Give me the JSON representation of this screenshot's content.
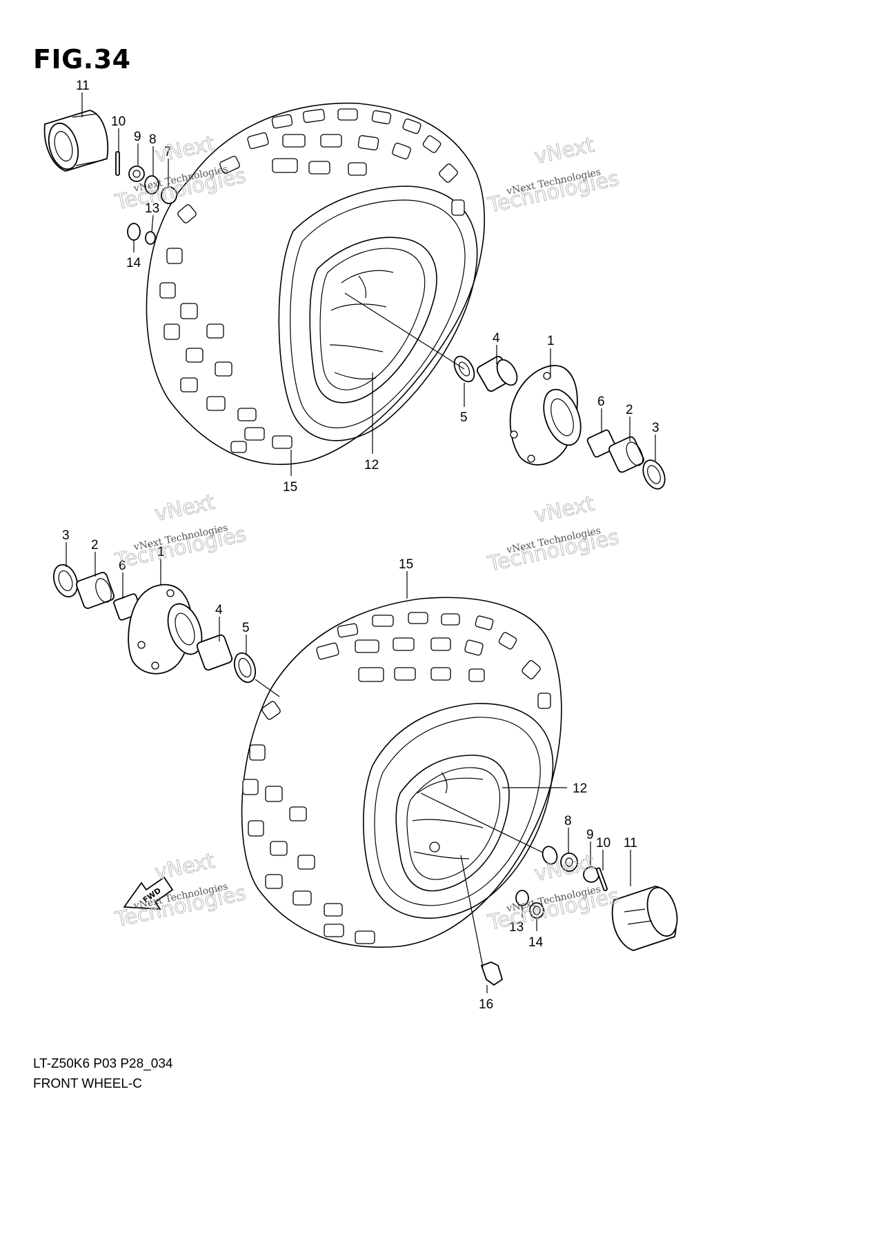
{
  "figure_title": "FIG.34",
  "model_code": "LT-Z50K6 P03 P28_034",
  "section_name": "FRONT WHEEL-C",
  "watermark": {
    "line1": "vNext Technologies",
    "line2": "Technologies",
    "brand": "vNext"
  },
  "arrow_label": "FWD",
  "upper_callouts": [
    "11",
    "10",
    "9",
    "8",
    "7",
    "13",
    "14",
    "4",
    "1",
    "5",
    "6",
    "2",
    "3",
    "12",
    "15"
  ],
  "lower_callouts": [
    "3",
    "2",
    "6",
    "1",
    "4",
    "5",
    "15",
    "12",
    "8",
    "9",
    "10",
    "11",
    "13",
    "14",
    "16"
  ]
}
